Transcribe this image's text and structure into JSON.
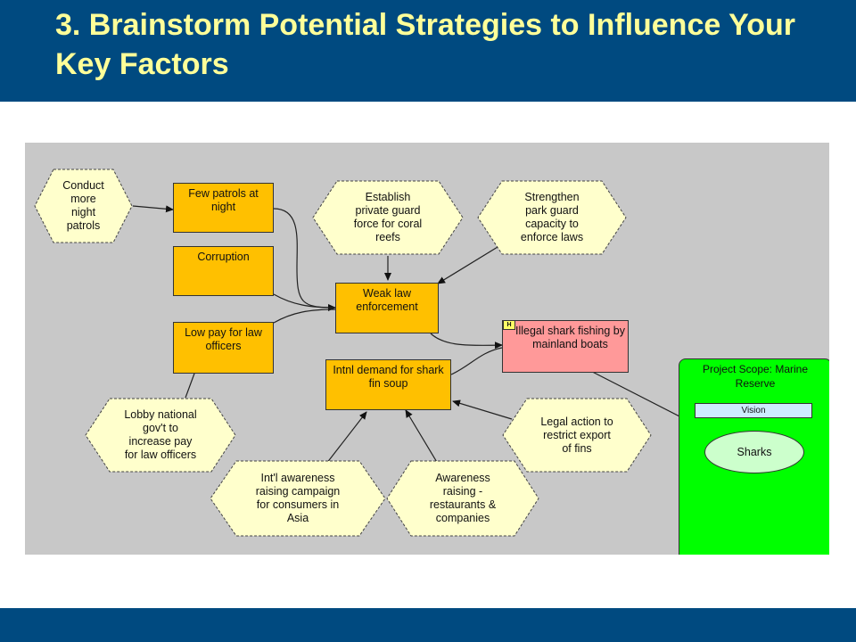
{
  "slide": {
    "title": "3. Brainstorm Potential Strategies to Influence Your Key Factors"
  },
  "diagram": {
    "factors": {
      "few_patrols": "Few patrols at night",
      "corruption": "Corruption",
      "low_pay": "Low pay for law officers",
      "weak_law": "Weak law enforcement",
      "intnl_demand": "Intnl demand for shark fin soup"
    },
    "threat": {
      "label": "Illegal shark fishing by mainland boats",
      "badge": "H"
    },
    "strategies": {
      "conduct_patrols": "Conduct\nmore\nnight\npatrols",
      "private_guard": "Establish\nprivate guard\nforce for coral\nreefs",
      "strengthen_guard": "Strengthen\npark guard\ncapacity to\nenforce laws",
      "lobby": "Lobby national\ngov't to\nincrease pay\nfor law officers",
      "intl_awareness": "Int'l awareness\nraising campaign\nfor consumers in\nAsia",
      "awareness_restaurants": "Awareness\nraising -\nrestaurants &\ncompanies",
      "legal_action": "Legal action to\nrestrict export\nof fins"
    },
    "scope": {
      "title": "Project Scope: Marine\nReserve",
      "vision": "Vision",
      "target": "Sharks"
    }
  }
}
